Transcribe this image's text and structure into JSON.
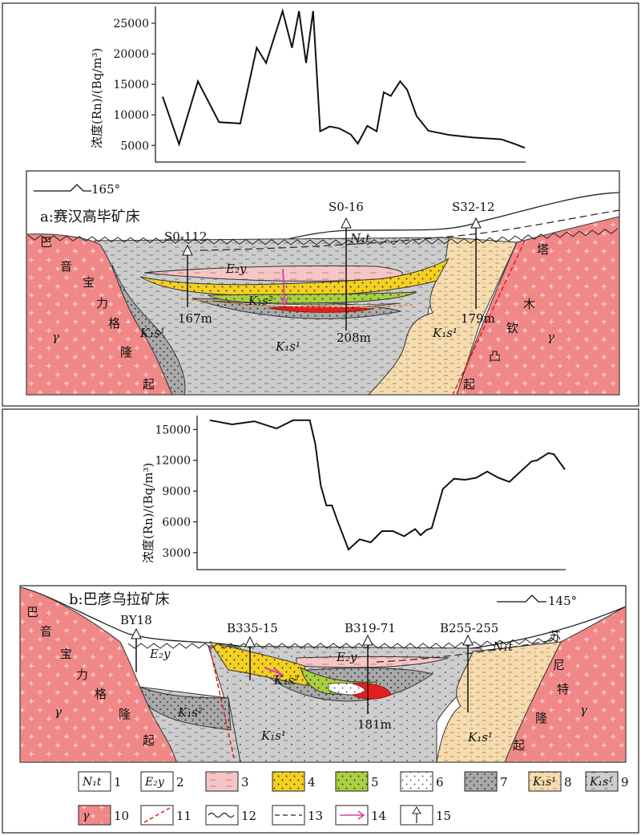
{
  "panel_a": {
    "chart": {
      "ylabel": "浓度(Rn)/(Bq/m³)",
      "yticks": [
        "25000",
        "20000",
        "15000",
        "10000",
        "5000"
      ]
    },
    "map": {
      "direction": "165°",
      "title": "a:赛汉高毕矿床",
      "wells": [
        {
          "name": "S0-112",
          "depth": "167m"
        },
        {
          "name": "S0-16",
          "depth": "208m"
        },
        {
          "name": "S32-12",
          "depth": "179m"
        }
      ],
      "labels": {
        "n1t": "N₁t",
        "e2y": "E₂y",
        "k1s2": "K₁s²",
        "k1s1_left": "K₁s¹",
        "k1s1_center": "K₁s¹",
        "k1s1_right": "K₁s¹",
        "gamma_left": "γ",
        "gamma_right": "γ"
      },
      "uplift_left": [
        "巴",
        "音",
        "宝",
        "力",
        "格",
        "隆",
        "起"
      ],
      "uplift_right": [
        "塔",
        "木",
        "钦",
        "凸",
        "起"
      ]
    }
  },
  "panel_b": {
    "chart": {
      "ylabel": "浓度(Rn)/(Bq/m³)",
      "yticks": [
        "15000",
        "12000",
        "9000",
        "6000",
        "3000"
      ]
    },
    "map": {
      "direction": "145°",
      "title": "b:巴彦乌拉矿床",
      "wells": [
        {
          "name": "BY18",
          "depth": ""
        },
        {
          "name": "B335-15",
          "depth": ""
        },
        {
          "name": "B319-71",
          "depth": "181m"
        },
        {
          "name": "B255-255",
          "depth": ""
        }
      ],
      "labels": {
        "e2y_left": "E₂y",
        "e2y_center": "E₂y",
        "n1t": "N₁t",
        "k1s2_left": "K₁s²",
        "k1s2_center": "K₁s²",
        "k1s1_center": "K₁s¹",
        "k1s1_right": "K₁s¹",
        "gamma_left": "γ",
        "gamma_right": "γ"
      },
      "uplift_left": [
        "巴",
        "音",
        "宝",
        "力",
        "格",
        "隆",
        "起"
      ],
      "uplift_right": [
        "苏",
        "尼",
        "特",
        "隆",
        "起"
      ]
    }
  },
  "legend": [
    {
      "num": "1",
      "text": "N₁t"
    },
    {
      "num": "2",
      "text": "E₂y"
    },
    {
      "num": "3",
      "text": ""
    },
    {
      "num": "4",
      "text": ""
    },
    {
      "num": "5",
      "text": ""
    },
    {
      "num": "6",
      "text": ""
    },
    {
      "num": "7",
      "text": ""
    },
    {
      "num": "8",
      "text": "K₁s¹"
    },
    {
      "num": "9",
      "text": "K₁s¹"
    },
    {
      "num": "10",
      "text": "γ"
    },
    {
      "num": "11",
      "text": ""
    },
    {
      "num": "12",
      "text": ""
    },
    {
      "num": "13",
      "text": ""
    },
    {
      "num": "14",
      "text": ""
    },
    {
      "num": "15",
      "text": ""
    }
  ],
  "colors": {
    "granite": "#f08888",
    "gray_mud": "#c8c8c8",
    "dark_sand": "#a8a8a8",
    "yellow": "#f4d020",
    "green": "#a8d040",
    "pink": "#f6c6c6",
    "tan": "#f6dcae",
    "ore": "#e02020"
  },
  "chart_data": [
    {
      "type": "line",
      "ylabel": "浓度(Rn)/(Bq/m³)",
      "ylim": [
        2800,
        27500
      ],
      "x": [
        0,
        7,
        15,
        24,
        33,
        40,
        44,
        51,
        55,
        58,
        61,
        64,
        67,
        71,
        75,
        80,
        83,
        87,
        91,
        94,
        97,
        101,
        104,
        108,
        113,
        122,
        132,
        144,
        150,
        154
      ],
      "values": [
        13000,
        5200,
        15500,
        8800,
        8600,
        21000,
        18500,
        27000,
        21000,
        27000,
        18500,
        27000,
        7300,
        8100,
        7800,
        6800,
        5300,
        8200,
        7300,
        13700,
        13100,
        15500,
        14100,
        9800,
        7400,
        6700,
        6300,
        6000,
        5200,
        4600
      ]
    },
    {
      "type": "line",
      "ylabel": "浓度(Rn)/(Bq/m³)",
      "ylim": [
        1500,
        16200
      ],
      "x": [
        0,
        4,
        8,
        12,
        15,
        18,
        19,
        20,
        21,
        22,
        23,
        25,
        27,
        29,
        31,
        33,
        35,
        37,
        38,
        39,
        40,
        42,
        44,
        46,
        48,
        50,
        52,
        54,
        56,
        58,
        59,
        61,
        62,
        64
      ],
      "values": [
        15900,
        15500,
        15800,
        15100,
        15900,
        15900,
        13600,
        9500,
        7600,
        7600,
        6100,
        3300,
        4300,
        4000,
        5100,
        5100,
        4600,
        5300,
        4700,
        5200,
        5400,
        9200,
        10200,
        10100,
        10300,
        10900,
        10300,
        9900,
        10900,
        11900,
        12000,
        12700,
        12600,
        11100
      ]
    }
  ]
}
